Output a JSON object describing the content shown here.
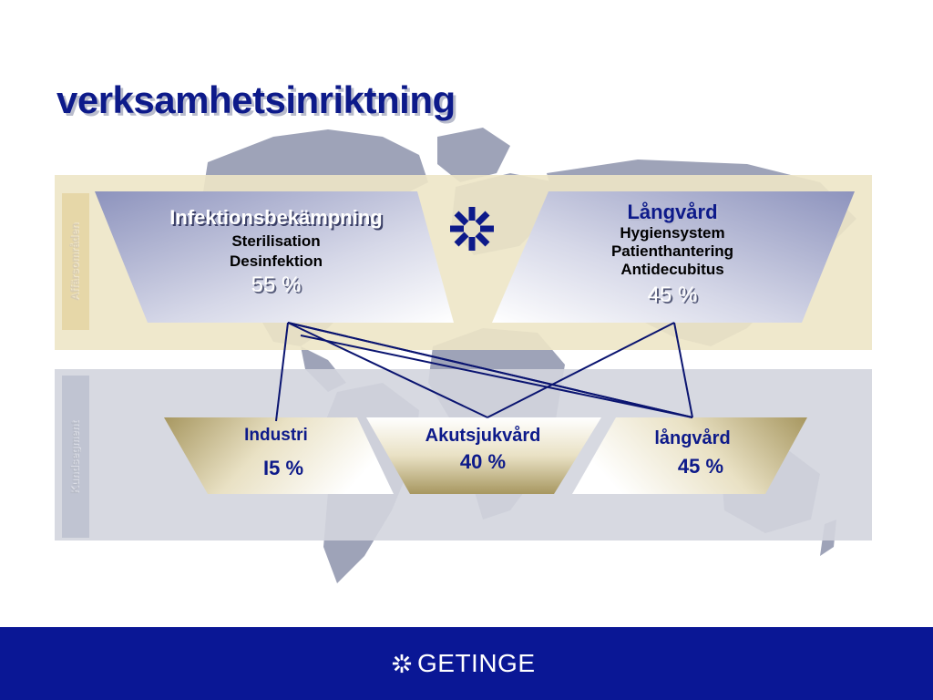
{
  "title": "verksamhetsinriktning",
  "side_labels": {
    "affarsomraden": "Affärsområden",
    "kundsegment": "Kundsegment"
  },
  "business_areas": [
    {
      "heading": "Infektionsbekämpning",
      "lines": [
        "Sterilisation",
        "Desinfektion"
      ],
      "percent": "55 %"
    },
    {
      "heading": "Långvård",
      "lines": [
        "Hygiensystem",
        "Patienthantering",
        "Antidecubitus"
      ],
      "percent": "45 %"
    }
  ],
  "segments": [
    {
      "label": "Industri",
      "percent": "I5 %"
    },
    {
      "label": "Akutsjukvård",
      "percent": "40 %"
    },
    {
      "label": "långvård",
      "percent": "45 %"
    }
  ],
  "footer": {
    "brand": "GETINGE"
  },
  "colors": {
    "title": "#0d1a8a",
    "band_top": "#ede6c6",
    "band_bottom": "#d3d5de",
    "connector": "#0a1470",
    "footer": "#0a1795"
  },
  "icons": [
    "getinge-star-icon"
  ]
}
